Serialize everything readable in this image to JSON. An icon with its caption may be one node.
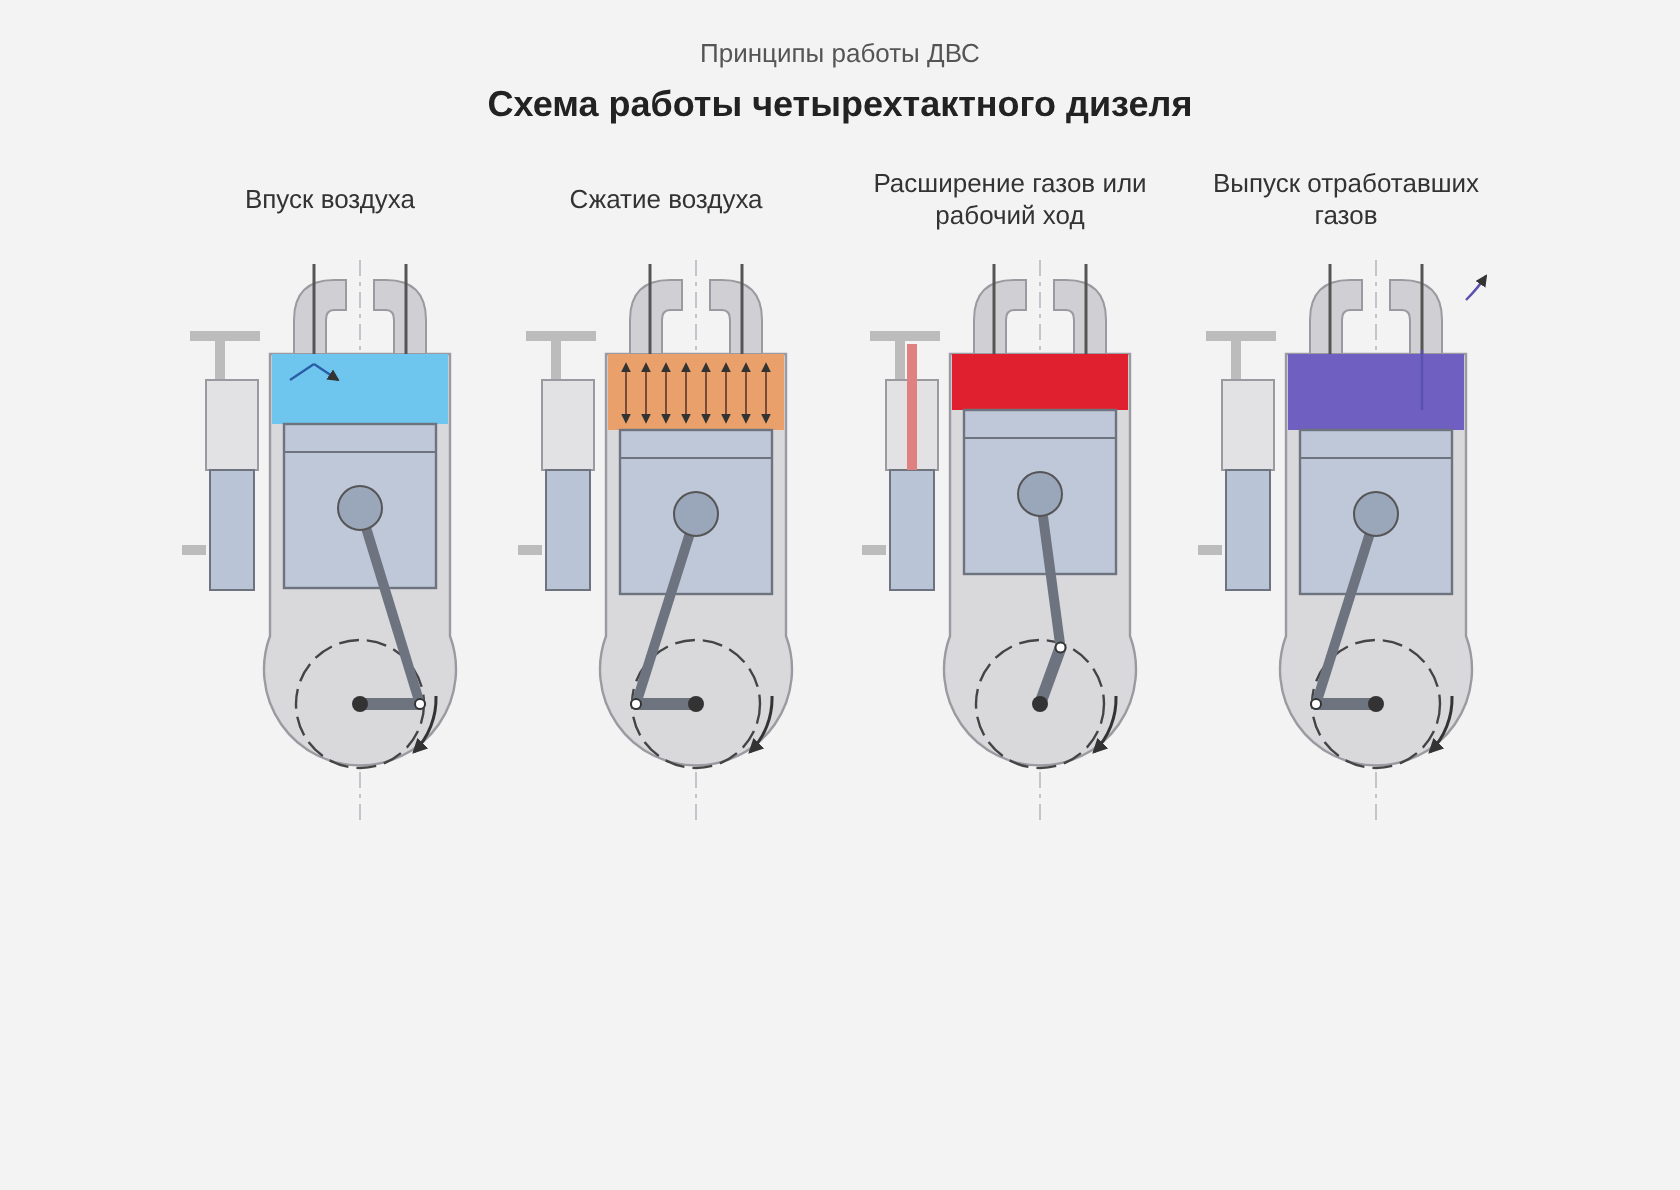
{
  "diagram": {
    "title": "Схема работы четырехтактного дизеля",
    "nodes": [
      {
        "text": [
          "Впуск воздуха"
        ]
      },
      {
        "text": [
          "Сжатие воздуха"
        ]
      },
      {
        "text": [
          "Расширение газов или рабочий ход"
        ]
      },
      {
        "text": [
          "Выпуск отработавших газов"
        ]
      }
    ],
    "labels": [
      "Принципы работы ДВС"
    ]
  }
}
